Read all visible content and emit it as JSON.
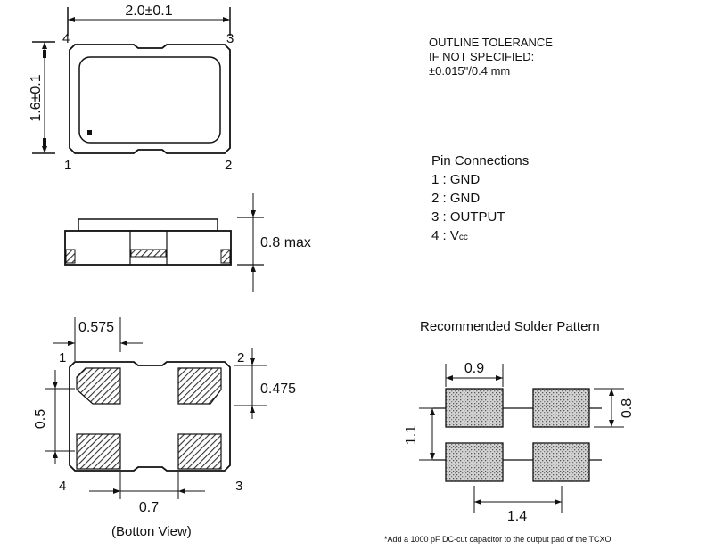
{
  "top_view": {
    "width_dim": "2.0±0.1",
    "height_dim": "1.6±0.1",
    "pins": [
      "1",
      "2",
      "3",
      "4"
    ]
  },
  "side_view": {
    "height_dim": "0.8 max"
  },
  "bottom_view": {
    "dim_pad_offset": "0.575",
    "dim_pad_height": "0.475",
    "dim_pad_pitch_v": "0.5",
    "dim_pad_gap_h": "0.7",
    "pins": [
      "1",
      "2",
      "3",
      "4"
    ],
    "caption": "(Botton View)"
  },
  "outline_tolerance": {
    "lines": [
      "OUTLINE TOLERANCE",
      "IF NOT SPECIFIED:",
      "±0.015\"/0.4 mm"
    ]
  },
  "pin_connections": {
    "title": "Pin Connections",
    "items": [
      {
        "text": "1 : GND"
      },
      {
        "text": "2 : GND"
      },
      {
        "text": "3 : OUTPUT"
      },
      {
        "text": "4 : V",
        "sub": "cc"
      }
    ]
  },
  "solder_pattern": {
    "title": "Recommended Solder Pattern",
    "dim_pad_width": "0.9",
    "dim_pad_height": "0.8",
    "dim_pitch_v": "1.1",
    "dim_pitch_h": "1.4"
  },
  "footnote": "*Add a 1000 pF DC-cut capacitor to the output pad of the TCXO"
}
